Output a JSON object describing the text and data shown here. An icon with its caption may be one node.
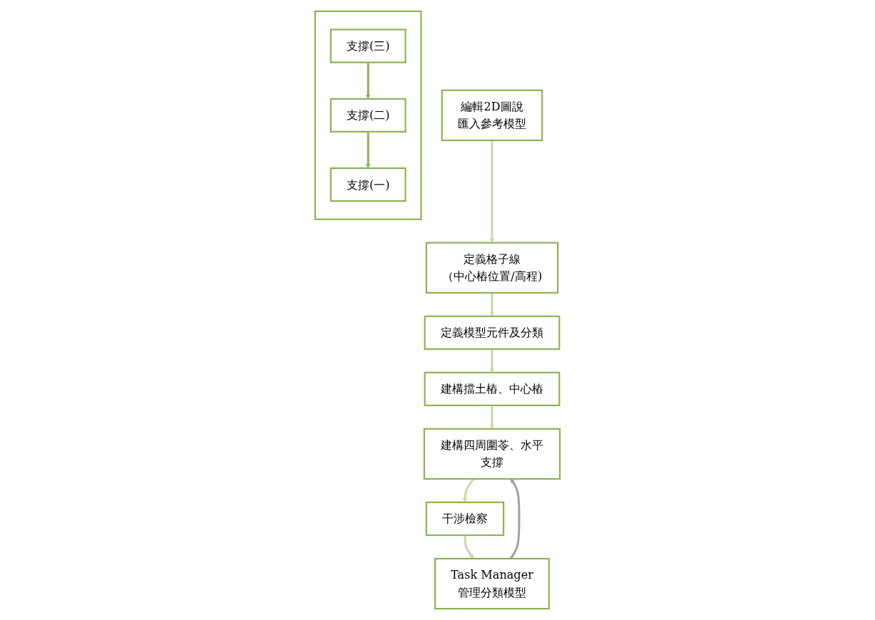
{
  "diagram": {
    "nodes": [
      {
        "text": [
          "編輯2D圖說",
          "匯入參考模型"
        ]
      },
      {
        "text": [
          "定義格子線",
          "（中心樁位置/高程)"
        ]
      },
      {
        "text": [
          "定義模型元件及分類"
        ]
      },
      {
        "text": [
          "建構擋土樁、中心樁"
        ]
      },
      {
        "text": [
          "建構四周圍苓、水平支撐"
        ]
      },
      {
        "text": [
          "干涉檢察"
        ]
      },
      {
        "text": [
          "Task Manager",
          "管理分類模型"
        ]
      },
      {
        "text": [],
        "shape": "box"
      },
      {
        "text": [
          "支撐(三)"
        ],
        "in": 7
      },
      {
        "text": [
          "支撐(二)"
        ],
        "in": 7
      },
      {
        "text": [
          "支撐(一)"
        ],
        "in": 7
      }
    ],
    "edges": [
      {
        "from": 0,
        "to": 1,
        "arrow": "to"
      },
      {
        "from": 1,
        "to": 2,
        "arrow": "to"
      },
      {
        "from": 2,
        "to": 3,
        "arrow": "to"
      },
      {
        "from": 3,
        "to": 4,
        "arrow": "to"
      },
      {
        "from": 4,
        "to": 5,
        "arrow": "to"
      },
      {
        "from": 5,
        "to": 6,
        "arrow": "to"
      },
      {
        "from": 6,
        "to": 4,
        "arrow": "to",
        "color": "#a0a0a0"
      },
      {
        "from": 8,
        "to": 9,
        "arrow": "to",
        "color": "#8db255"
      },
      {
        "from": 9,
        "to": 10,
        "arrow": "to",
        "color": "#8db255"
      }
    ]
  }
}
